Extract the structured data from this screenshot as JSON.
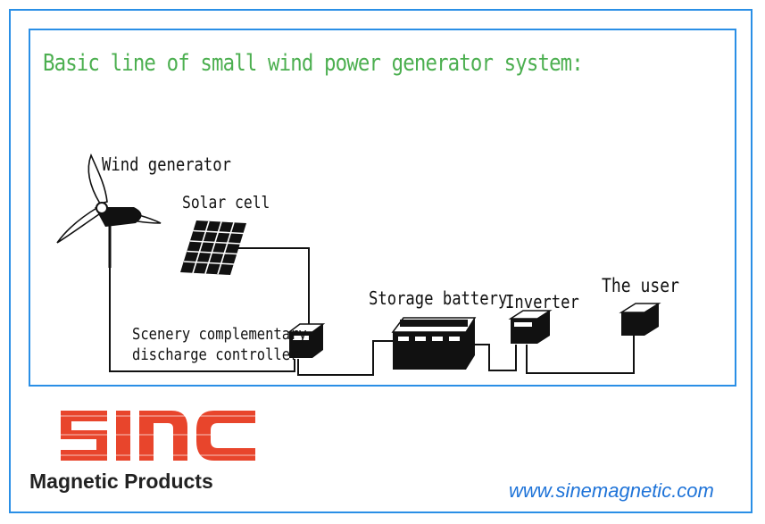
{
  "title": "Basic line of small wind power generator system:",
  "labels": {
    "wind_generator": "Wind generator",
    "solar_cell": "Solar cell",
    "controller_line1": "Scenery complementary",
    "controller_line2": "discharge controller",
    "storage_battery": "Storage battery",
    "inverter": "Inverter",
    "the_user": "The user"
  },
  "logo": {
    "text": "SINC",
    "color": "#e8452c"
  },
  "company": "Magnetic Products",
  "website": "www.sinemagnetic.com",
  "colors": {
    "frame": "#2a8fe6",
    "title": "#4caf50",
    "link": "#1e73d8"
  }
}
